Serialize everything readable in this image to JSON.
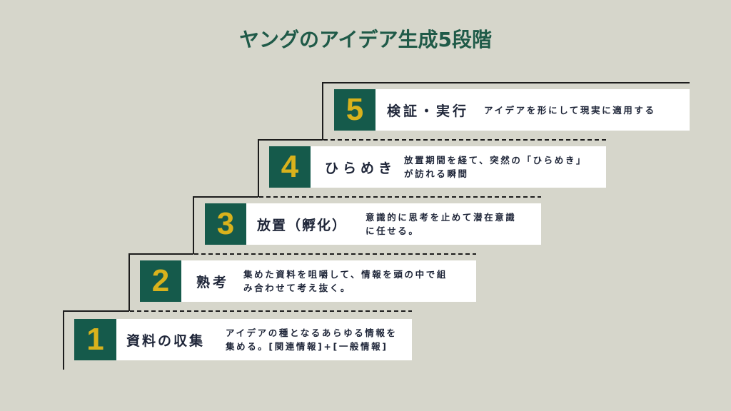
{
  "title": "ヤングのアイデア生成5段階",
  "colors": {
    "background": "#d6d6cb",
    "title": "#1f5a48",
    "number_box": "#155a4b",
    "number_text": "#d9b21c",
    "card": "#ffffff",
    "text": "#1e2538",
    "lines": "#1c1c1c"
  },
  "steps": [
    {
      "number": "1",
      "title": "資料の収集",
      "description": "アイデアの種となるあらゆる情報を\n集める。[関連情報]+[一般情報]"
    },
    {
      "number": "2",
      "title": "熟考",
      "description": "集めた資料を咀嚼して、情報を頭の中で組\nみ合わせて考え抜く。"
    },
    {
      "number": "3",
      "title": "放置（孵化）",
      "description": "意識的に思考を止めて潜在意識\nに任せる。"
    },
    {
      "number": "4",
      "title": "ひらめき",
      "description": "放置期間を経て、突然の「ひらめき」\nが訪れる瞬間"
    },
    {
      "number": "5",
      "title": "検証・実行",
      "description": "アイデアを形にして現実に適用する"
    }
  ]
}
